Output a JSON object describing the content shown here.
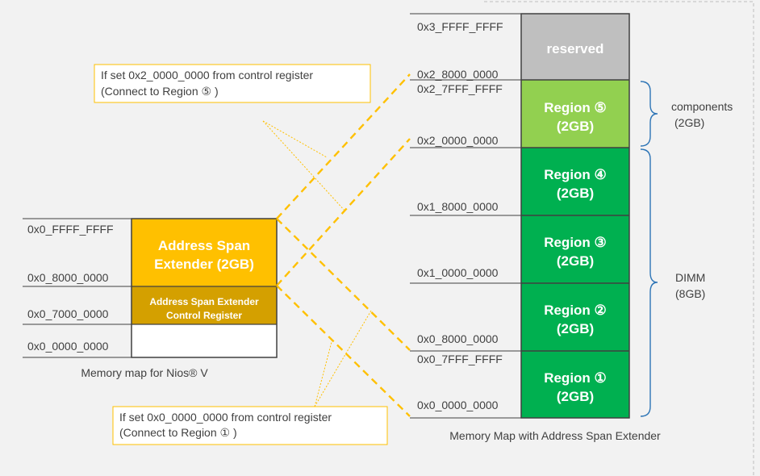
{
  "nios_map": {
    "caption": "Memory map for Nios® V",
    "addr_ffff": "0x0_FFFF_FFFF",
    "addr_8000": "0x0_8000_0000",
    "addr_7000": "0x0_7000_0000",
    "addr_0000": "0x0_0000_0000",
    "span_line1": "Address Span",
    "span_line2": "Extender (2GB)",
    "ctrl_line1": "Address Span Extender",
    "ctrl_line2": "Control Register"
  },
  "ext_map": {
    "caption": "Memory Map with Address Span Extender",
    "addresses": {
      "a3ffff": "0x3_FFFF_FFFF",
      "a28000": "0x2_8000_0000",
      "a27fff": "0x2_7FFF_FFFF",
      "a20000": "0x2_0000_0000",
      "a18000": "0x1_8000_0000",
      "a10000": "0x1_0000_0000",
      "a08000": "0x0_8000_0000",
      "a07fff": "0x0_7FFF_FFFF",
      "a00000": "0x0_0000_0000"
    },
    "reserved_label": "reserved",
    "regions": [
      {
        "title": "Region ⑤",
        "size": "(2GB)"
      },
      {
        "title": "Region ④",
        "size": "(2GB)"
      },
      {
        "title": "Region ③",
        "size": "(2GB)"
      },
      {
        "title": "Region ②",
        "size": "(2GB)"
      },
      {
        "title": "Region ①",
        "size": "(2GB)"
      }
    ],
    "components_label": "components",
    "components_size": "(2GB)",
    "dimm_label": "DIMM",
    "dimm_size": "(8GB)"
  },
  "callouts": {
    "top_line1": "If set 0x2_0000_0000 from control register",
    "top_line2": "(Connect to Region ⑤ )",
    "bottom_line1": "If set 0x0_0000_0000 from control register",
    "bottom_line2": "(Connect to Region ① )"
  },
  "colors": {
    "span": "#ffc000",
    "ctrl": "#d4a000",
    "reserved": "#bfbfbf",
    "region5": "#92d050",
    "dimm": "#00b050",
    "connector": "#ffc000"
  }
}
